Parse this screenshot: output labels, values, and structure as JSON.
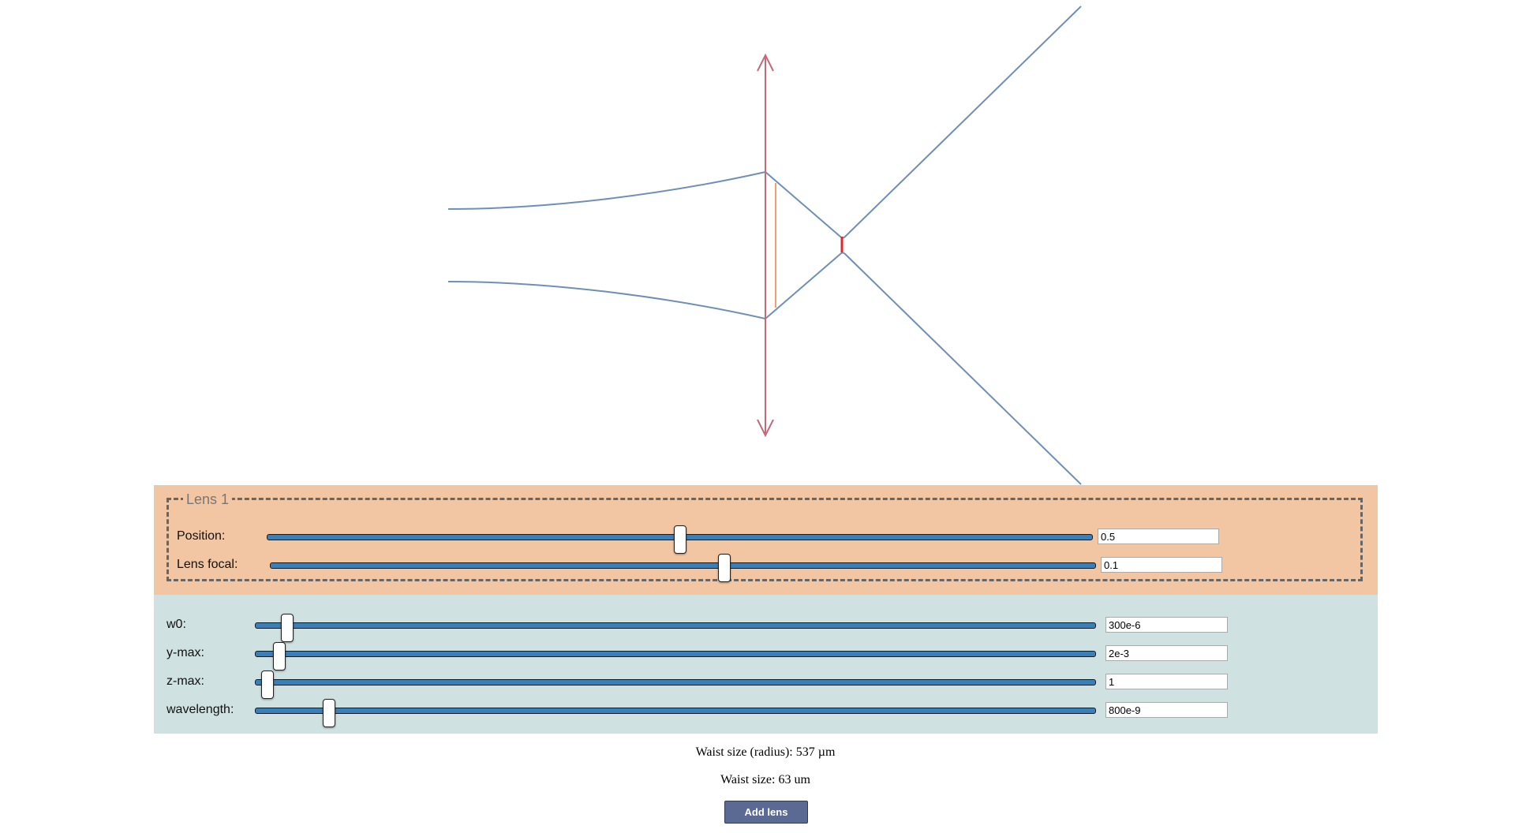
{
  "lens_panel": {
    "legend": "Lens 1",
    "position": {
      "label": "Position:",
      "value": "0.5",
      "slider_fraction": 0.5
    },
    "focal": {
      "label": "Lens focal:",
      "value": "0.1",
      "slider_fraction": 0.55
    }
  },
  "global_controls": [
    {
      "key": "w0",
      "label": "w0:",
      "value": "300e-6",
      "slider_fraction": 0.038
    },
    {
      "key": "ymax",
      "label": "y-max:",
      "value": "2e-3",
      "slider_fraction": 0.028
    },
    {
      "key": "zmax",
      "label": "z-max:",
      "value": "1",
      "slider_fraction": 0.014
    },
    {
      "key": "wavelength",
      "label": "wavelength:",
      "value": "800e-9",
      "slider_fraction": 0.087
    }
  ],
  "info": {
    "waist_radius": "Waist size (radius): 537 µm",
    "waist_size": "Waist size: 63 um"
  },
  "add_lens_label": "Add lens",
  "colors": {
    "beam": "#6f8fb8",
    "lens_axis": "#c26a7a",
    "waist_marker": "#e0262c",
    "lens_marker": "#f0a070",
    "lens_panel_bg": "#f2c6a2",
    "global_panel_bg": "#cfe1e1",
    "slider_track": "#3b7fb8",
    "button_bg": "#5a6a92"
  }
}
